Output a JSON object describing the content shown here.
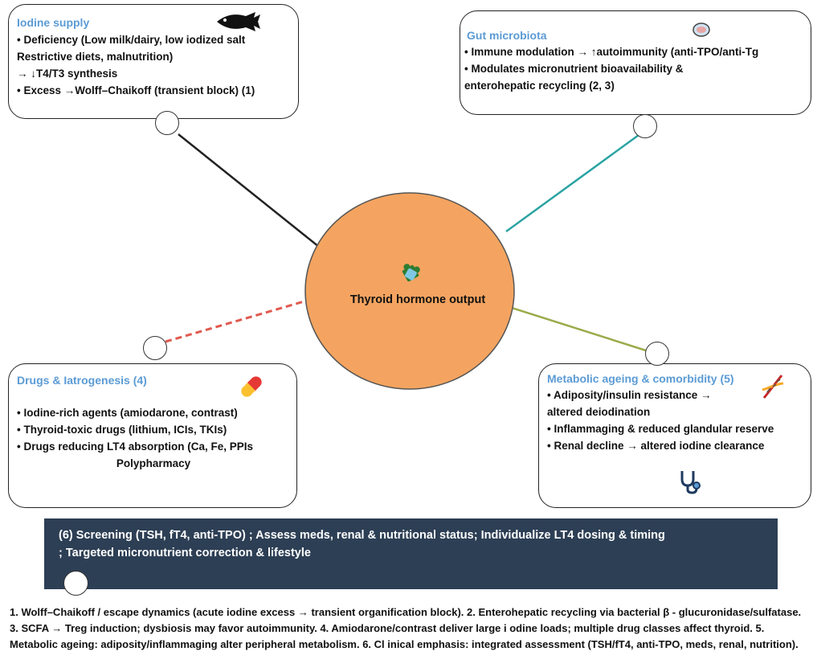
{
  "hub": {
    "label": "Thyroid hormone output"
  },
  "iodine": {
    "title": "Iodine supply",
    "lines": [
      "• Deficiency (Low milk/dairy, low iodized salt",
      "Restrictive diets, malnutrition)",
      " → ↓T4/T3 synthesis",
      "• Excess →Wolff–Chaikoff (transient block) (1)"
    ]
  },
  "gut": {
    "title": "Gut microbiota",
    "lines": [
      "• Immune modulation → ↑autoimmunity (anti-TPO/anti-Tg",
      "• Modulates micronutrient bioavailability &",
      "enterohepatic recycling (2, 3)"
    ]
  },
  "drugs": {
    "title": "Drugs & Iatrogenesis (4)",
    "lines": [
      "• Iodine-rich agents (amiodarone, contrast)",
      "• Thyroid-toxic drugs (lithium, ICIs, TKIs)",
      "• Drugs reducing LT4 absorption (Ca, Fe, PPIs",
      "Polypharmacy"
    ]
  },
  "metabolic": {
    "title": "Metabolic ageing & comorbidity (5)",
    "lines": [
      "• Adiposity/insulin resistance →",
      "altered deiodination",
      "• Inflammaging & reduced glandular reserve",
      "• Renal decline → altered iodine clearance"
    ]
  },
  "banner": {
    "line1": "(6) Screening (TSH, fT4, anti-TPO)  ;  Assess meds, renal & nutritional status; Individualize LT4 dosing & timing",
    "line2": ";   Targeted micronutrient correction & lifestyle"
  },
  "footnote": "1. Wolff–Chaikoff / escape dynamics (acute iodine excess → transient organification block). 2. Enterohepatic recycling via bacterial β - glucuronidase/sulfatase. 3. SCFA → Treg induction; dysbiosis may favor autoimmunity. 4. Amiodarone/contrast deliver large i  odine loads; multiple drug classes affect thyroid. 5. Metabolic ageing: adiposity/inflammaging alter peripheral metabolism. 6. Cl  inical emphasis: integrated assessment (TSH/fT4, anti-TPO, meds, renal, nutrition).",
  "colors": {
    "hub_fill": "#f4a460",
    "title_blue": "#5b9bd5",
    "banner_bg": "#2d3f55",
    "conn_iodine": "#222222",
    "conn_gut": "#2aa3a3",
    "conn_drugs": "#e05a4f",
    "conn_metabolic": "#9aab4a"
  },
  "icons": [
    "fish-icon",
    "petri-dish-icon",
    "pill-icon",
    "dna-icon",
    "stethoscope-icon",
    "puzzle-icon"
  ]
}
